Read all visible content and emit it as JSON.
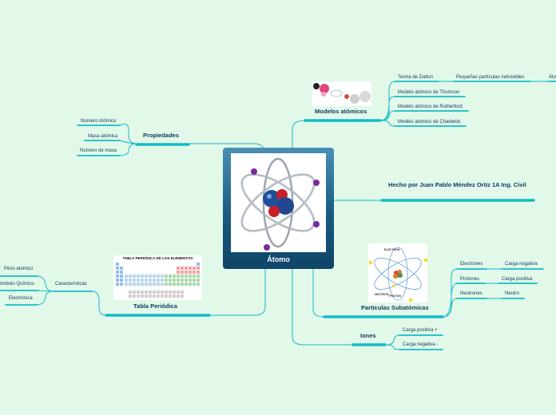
{
  "colors": {
    "background": "#e2f8e9",
    "accent": "#13bcc5",
    "text": "#0b3b5c",
    "central": "#1a5b80"
  },
  "central": {
    "title": "Átomo",
    "image_icon": "atom-model-icon"
  },
  "author": "Hecho por Juan Pablo Méndez Ortiz 1A Ing. Civil",
  "propiedades": {
    "title": "Propiedades",
    "items": [
      "Numero Atómico",
      "Masa atómica",
      "Numero de masa"
    ]
  },
  "modelos": {
    "title": "Modelos atómicos",
    "image_icon": "atomic-models-icon",
    "items": [
      "Teoría de Dalton",
      "Modelo atómico de Thomson",
      "Modelo atómico de Rutherford",
      "Modelo atómico de Chadwick"
    ],
    "dalton_child": "Pequeñas partículas indivisibles",
    "dalton_grandchild": "Áto"
  },
  "tabla": {
    "title": "Tabla Periódica",
    "image_icon": "periodic-table-icon",
    "image_caption": "TABLA PERIÓDICA DE LOS ELEMENTOS",
    "child": "Caracteristicas",
    "items": [
      "Peso atomico",
      "Simbolo Químico",
      "Electrónica"
    ]
  },
  "particulas": {
    "title": "Partículas Subatómicas",
    "image_icon": "subatomic-particles-icon",
    "image_labels": [
      "ELECTRON",
      "NEUTRON",
      "PROTON"
    ],
    "items": [
      "Electrones",
      "Protones",
      "Neutrones"
    ],
    "charges": [
      "Carga negativa",
      "Carga positiva",
      "Neutro"
    ]
  },
  "iones": {
    "title": "Iones",
    "items": [
      "Carga positiva +",
      "Carga negativa -"
    ]
  }
}
